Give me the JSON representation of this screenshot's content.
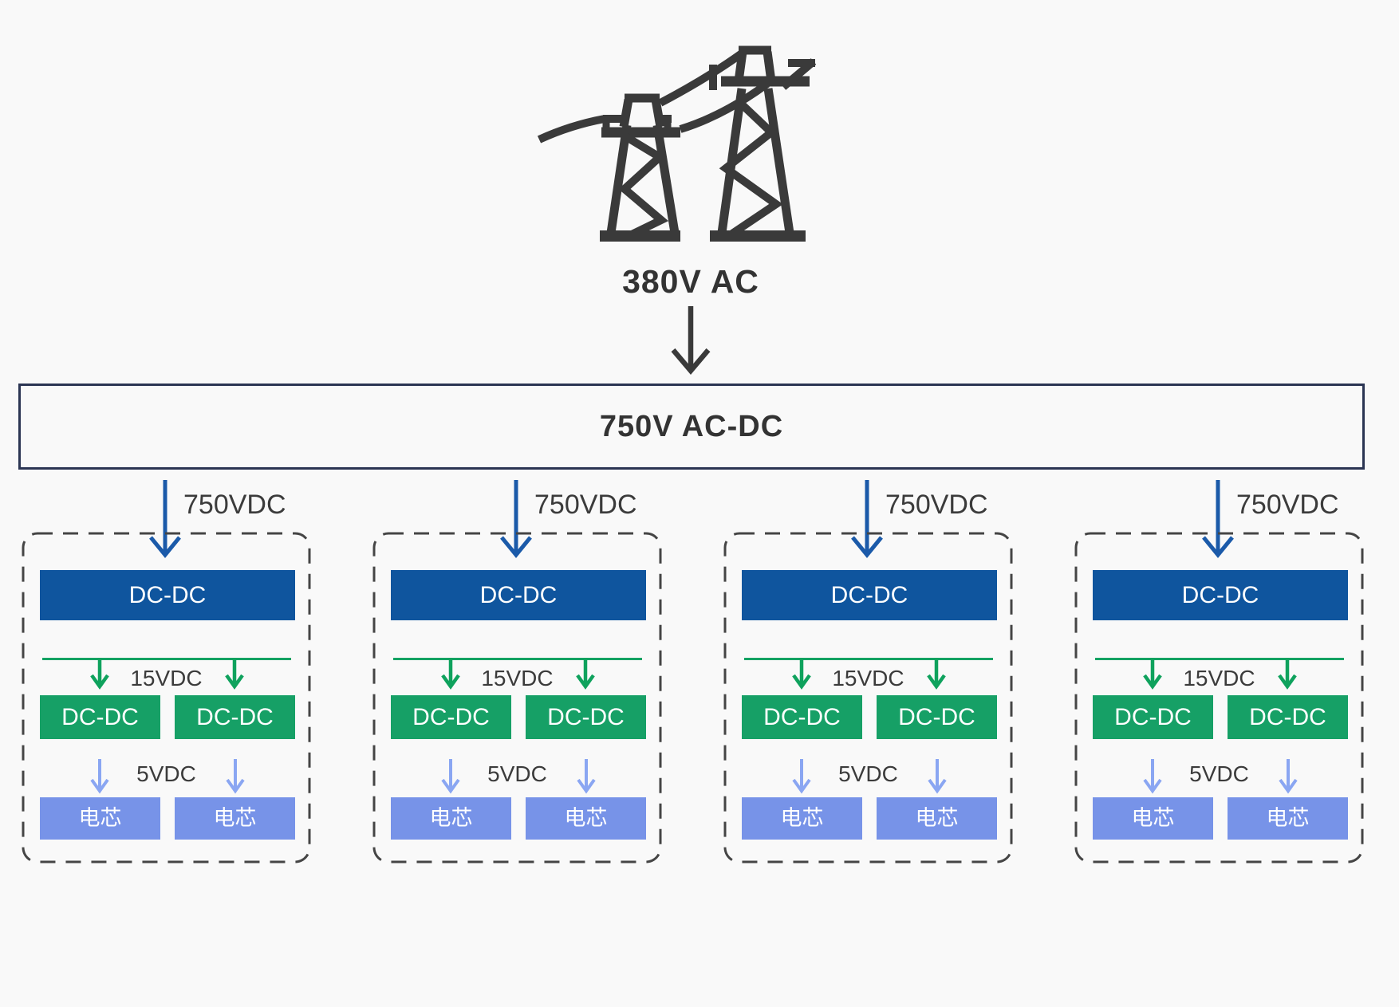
{
  "grid": {
    "icon": "transmission-tower-icon",
    "voltage_label": "380V AC"
  },
  "rectifier": {
    "label": "750V AC-DC"
  },
  "branches": [
    {
      "input_voltage": "750VDC",
      "primary_converter": "DC-DC",
      "bus_voltage": "15VDC",
      "converters": [
        "DC-DC",
        "DC-DC"
      ],
      "output_voltage": "5VDC",
      "cells": [
        "电芯",
        "电芯"
      ]
    },
    {
      "input_voltage": "750VDC",
      "primary_converter": "DC-DC",
      "bus_voltage": "15VDC",
      "converters": [
        "DC-DC",
        "DC-DC"
      ],
      "output_voltage": "5VDC",
      "cells": [
        "电芯",
        "电芯"
      ]
    },
    {
      "input_voltage": "750VDC",
      "primary_converter": "DC-DC",
      "bus_voltage": "15VDC",
      "converters": [
        "DC-DC",
        "DC-DC"
      ],
      "output_voltage": "5VDC",
      "cells": [
        "电芯",
        "电芯"
      ]
    },
    {
      "input_voltage": "750VDC",
      "primary_converter": "DC-DC",
      "bus_voltage": "15VDC",
      "converters": [
        "DC-DC",
        "DC-DC"
      ],
      "output_voltage": "5VDC",
      "cells": [
        "电芯",
        "电芯"
      ]
    }
  ],
  "colors": {
    "background": "#f9f9f9",
    "primary_box_blue": "#0f559e",
    "secondary_box_green": "#16a066",
    "cell_box_blue": "#7793e8",
    "input_arrow_blue": "#1b5aa9",
    "bus_green": "#14a263",
    "output_arrow_blue": "#8aa6f2",
    "rectifier_border_navy": "#2b3553",
    "dashed_border": "#454545",
    "text_dark": "#3b3b3b",
    "icon_dark": "#3a3a3a"
  }
}
